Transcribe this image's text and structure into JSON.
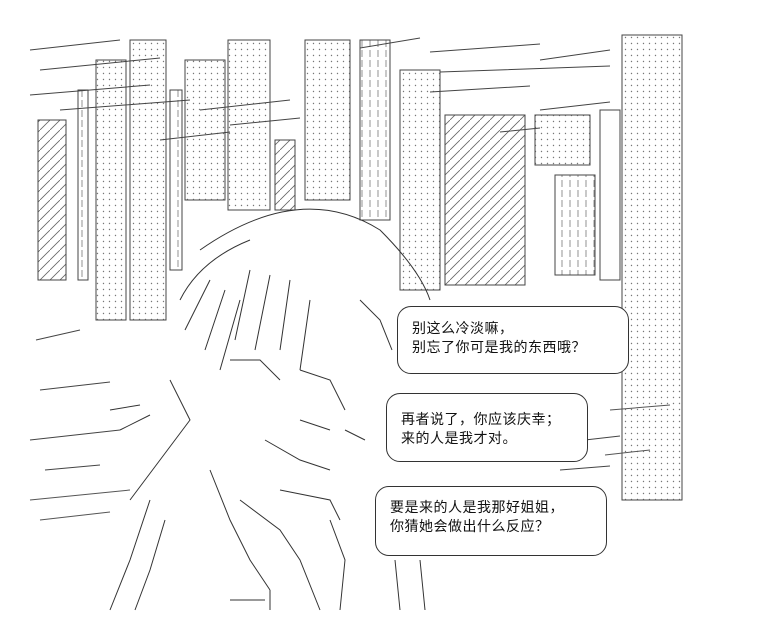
{
  "scene": {
    "background": "#ffffff",
    "ink": "#333333",
    "art_style": "ascii-art-line-drawing"
  },
  "bubbles": [
    {
      "lines": [
        "别这么冷淡嘛，",
        "别忘了你可是我的东西哦？"
      ]
    },
    {
      "lines": [
        "再者说了，你应该庆幸；",
        "来的人是我才对。"
      ]
    },
    {
      "lines": [
        "要是来的人是我那好姐姐，",
        "你猜她会做出什么反应？"
      ]
    }
  ]
}
